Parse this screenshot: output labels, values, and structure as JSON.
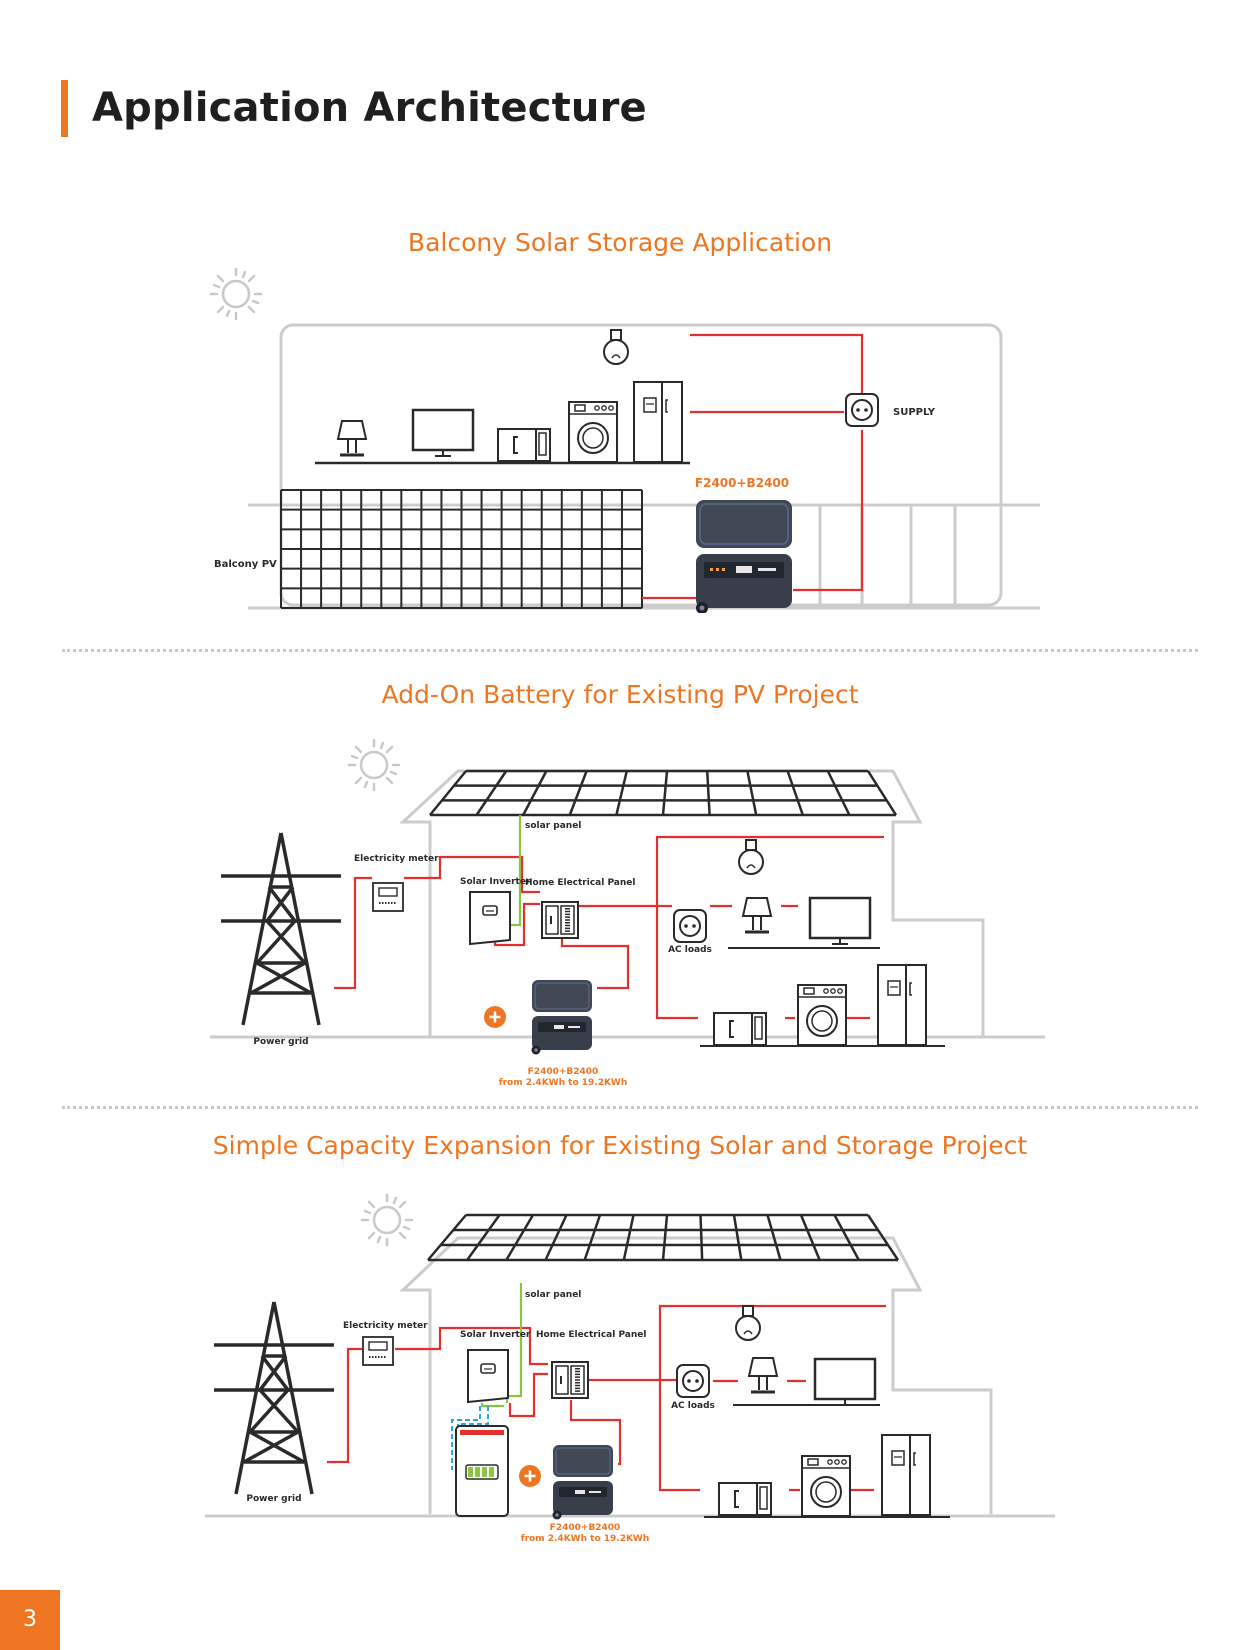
{
  "page": {
    "title": "Application Architecture",
    "page_number": "3",
    "accent_color": "#ee7623"
  },
  "sections": [
    {
      "title": "Balcony Solar Storage Application",
      "labels": {
        "balcony_pv": "Balcony PV",
        "supply": "SUPPLY",
        "product": "F2400+B2400"
      }
    },
    {
      "title": "Add-On Battery for Existing PV Project",
      "labels": {
        "solar_panel": "solar panel",
        "electricity_meter": "Electricity meter",
        "solar_inverter": "Solar Inverter",
        "home_electrical_panel": "Home Electrical Panel",
        "ac_loads": "AC loads",
        "power_grid": "Power grid",
        "product": "F2400+B2400",
        "capacity": "from 2.4KWh to 19.2KWh"
      }
    },
    {
      "title": "Simple Capacity Expansion for Existing Solar and Storage Project",
      "labels": {
        "solar_panel": "solar panel",
        "electricity_meter": "Electricity meter",
        "solar_inverter": "Solar Inverter",
        "home_electrical_panel": "Home Electrical Panel",
        "ac_loads": "AC loads",
        "power_grid": "Power grid",
        "product": "F2400+B2400",
        "capacity": "from 2.4KWh to 19.2KWh"
      }
    }
  ],
  "colors": {
    "wire": "#e2302c",
    "pv_wire": "#8cc63f",
    "dc_wire": "#29a8e0",
    "outline": "#2a2a2a",
    "house": "#cccccc",
    "battery": "#3f4654"
  },
  "icons": [
    "sun-icon",
    "light-bulb-icon",
    "lamp-icon",
    "tv-icon",
    "microwave-icon",
    "washing-machine-icon",
    "fridge-icon",
    "socket-icon",
    "transmission-tower-icon",
    "electricity-meter-icon",
    "inverter-icon",
    "electrical-panel-icon",
    "battery-unit-icon",
    "plus-icon"
  ]
}
